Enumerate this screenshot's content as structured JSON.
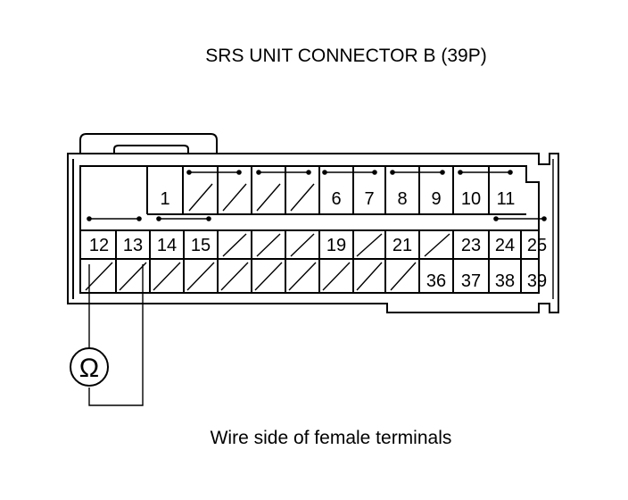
{
  "title": "SRS UNIT CONNECTOR B (39P)",
  "caption": "Wire side of female terminals",
  "meter_symbol": "Ω",
  "meter_icon": "ohmmeter-icon",
  "pins": {
    "p1": "1",
    "p6": "6",
    "p7": "7",
    "p8": "8",
    "p9": "9",
    "p10": "10",
    "p11": "11",
    "p12": "12",
    "p13": "13",
    "p14": "14",
    "p15": "15",
    "p19": "19",
    "p21": "21",
    "p23": "23",
    "p24": "24",
    "p25": "25",
    "p36": "36",
    "p37": "37",
    "p38": "38",
    "p39": "39"
  },
  "probe_pins": [
    "12",
    "13"
  ]
}
